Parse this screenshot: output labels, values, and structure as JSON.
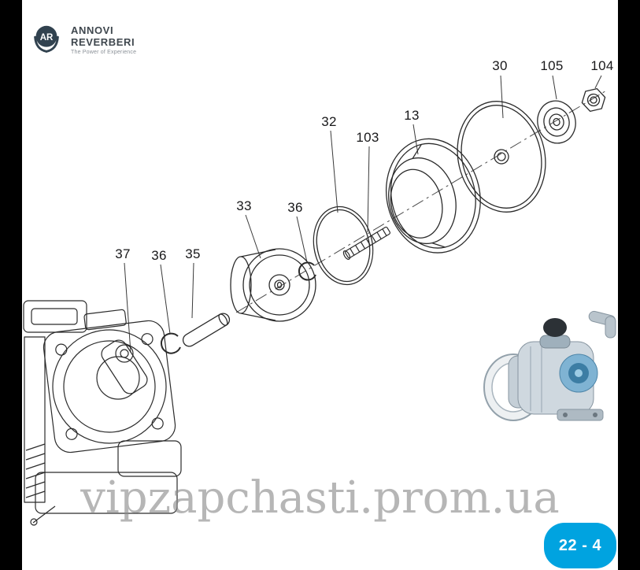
{
  "brand": {
    "monogram": "AR",
    "name_line1": "ANNOVI",
    "name_line2": "REVERBERI",
    "tagline": "The Power of Experience"
  },
  "diagram": {
    "description": "Exploded parts view of AR pump head assembly",
    "callouts": [
      {
        "label": "37"
      },
      {
        "label": "36"
      },
      {
        "label": "35"
      },
      {
        "label": "33"
      },
      {
        "label": "36"
      },
      {
        "label": "32"
      },
      {
        "label": "103"
      },
      {
        "label": "13"
      },
      {
        "label": "30"
      },
      {
        "label": "105"
      },
      {
        "label": "104"
      }
    ]
  },
  "watermark": {
    "text": "vipzapchasti.prom.ua"
  },
  "page_badge": {
    "text": "22 - 4",
    "color": "#00a3e0"
  }
}
